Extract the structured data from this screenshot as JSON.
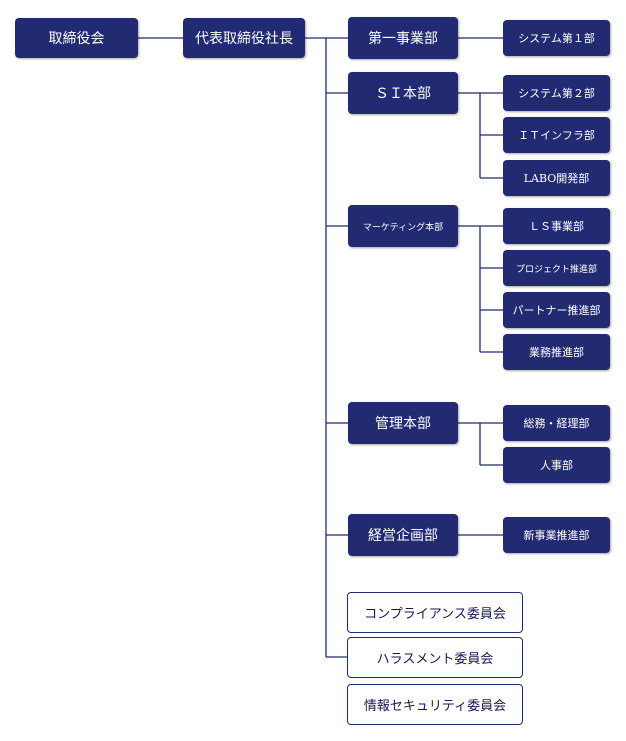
{
  "board": "取締役会",
  "president": "代表取締役社長",
  "divisions": [
    {
      "name": "第一事業部",
      "departments": [
        "システム第１部"
      ]
    },
    {
      "name": "ＳＩ本部",
      "departments": [
        "システム第２部",
        "ＩＴインフラ部",
        "LABO開発部"
      ]
    },
    {
      "name": "マーケティング本部",
      "departments": [
        "ＬＳ事業部",
        "プロジェクト推進部",
        "パートナー推進部",
        "業務推進部"
      ]
    },
    {
      "name": "管理本部",
      "departments": [
        "総務・経理部",
        "人事部"
      ]
    },
    {
      "name": "経営企画部",
      "departments": [
        "新事業推進部"
      ]
    }
  ],
  "committees": [
    "コンプライアンス委員会",
    "ハラスメント委員会",
    "情報セキュリティ委員会"
  ],
  "colors": {
    "box": "#222a72",
    "line": "#222a72",
    "text_on_box": "#ffffff"
  }
}
